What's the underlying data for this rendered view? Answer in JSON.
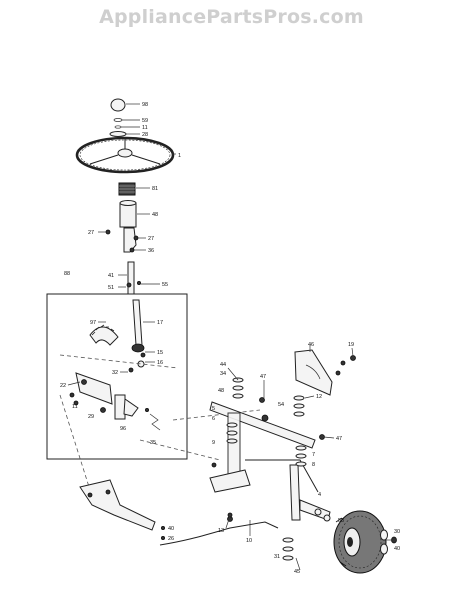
{
  "watermark": "AppliancePartsPros.com",
  "callouts": [
    {
      "id": "c1",
      "text": "98"
    },
    {
      "id": "c2",
      "text": "59"
    },
    {
      "id": "c3",
      "text": "11"
    },
    {
      "id": "c4",
      "text": "28"
    },
    {
      "id": "c5",
      "text": "1"
    },
    {
      "id": "c6",
      "text": "81"
    },
    {
      "id": "c7",
      "text": "48"
    },
    {
      "id": "c8",
      "text": "27"
    },
    {
      "id": "c9",
      "text": "27"
    },
    {
      "id": "c10",
      "text": "36"
    },
    {
      "id": "c11",
      "text": "41"
    },
    {
      "id": "c12",
      "text": "51"
    },
    {
      "id": "c13",
      "text": "55"
    },
    {
      "id": "c14",
      "text": "88"
    },
    {
      "id": "c15",
      "text": "97"
    },
    {
      "id": "c16",
      "text": "17"
    },
    {
      "id": "c17",
      "text": "15"
    },
    {
      "id": "c18",
      "text": "16"
    },
    {
      "id": "c19",
      "text": "32"
    },
    {
      "id": "c20",
      "text": "22"
    },
    {
      "id": "c21",
      "text": "11"
    },
    {
      "id": "c22",
      "text": "29"
    },
    {
      "id": "c23",
      "text": "96"
    },
    {
      "id": "c24",
      "text": "35"
    },
    {
      "id": "c25",
      "text": "44"
    },
    {
      "id": "c26",
      "text": "34"
    },
    {
      "id": "c27",
      "text": "47"
    },
    {
      "id": "c28",
      "text": "48"
    },
    {
      "id": "c29",
      "text": "5"
    },
    {
      "id": "c30",
      "text": "6"
    },
    {
      "id": "c31",
      "text": "54"
    },
    {
      "id": "c32",
      "text": "12"
    },
    {
      "id": "c33",
      "text": "47"
    },
    {
      "id": "c34",
      "text": "9"
    },
    {
      "id": "c35",
      "text": "7"
    },
    {
      "id": "c36",
      "text": "8"
    },
    {
      "id": "c37",
      "text": "4"
    },
    {
      "id": "c38",
      "text": "46"
    },
    {
      "id": "c39",
      "text": "19"
    },
    {
      "id": "c40",
      "text": "58"
    },
    {
      "id": "c41",
      "text": "30"
    },
    {
      "id": "c42",
      "text": "40"
    },
    {
      "id": "c43",
      "text": "45"
    },
    {
      "id": "c44",
      "text": "10"
    },
    {
      "id": "c45",
      "text": "13"
    },
    {
      "id": "c46",
      "text": "31"
    },
    {
      "id": "c47",
      "text": "40"
    },
    {
      "id": "c48",
      "text": "26"
    }
  ]
}
